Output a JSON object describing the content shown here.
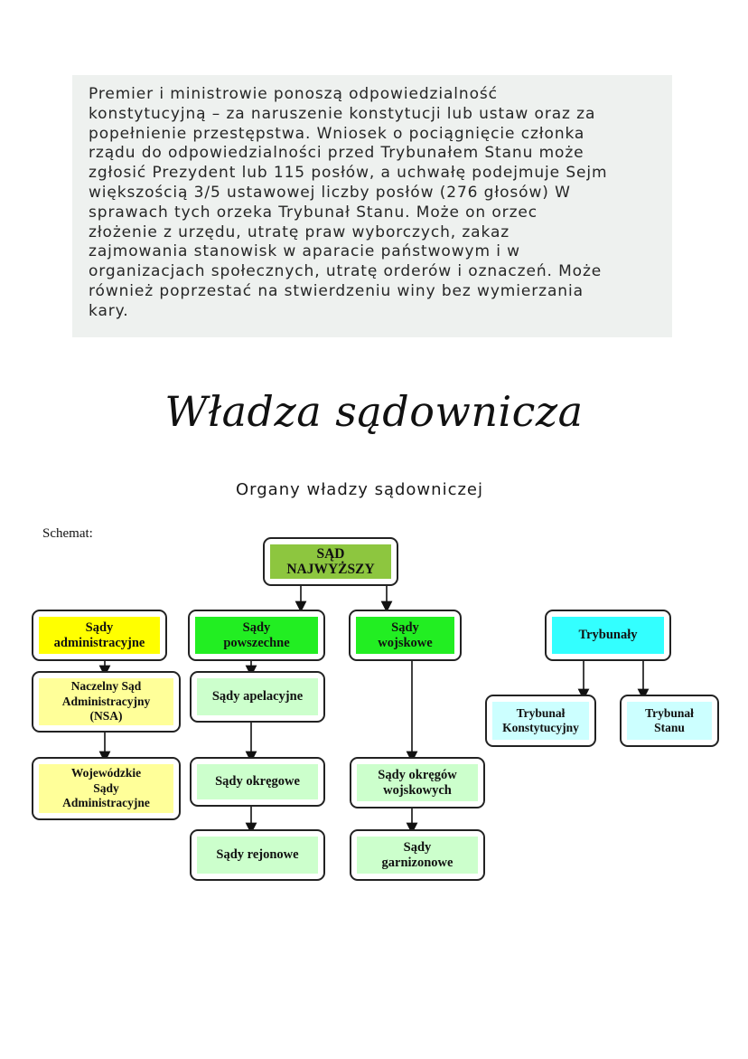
{
  "note": {
    "lines": [
      "Premier i ministrowie ponoszą odpowiedzialność",
      "konstytucyjną – za naruszenie konstytucji lub ustaw oraz za",
      "popełnienie przestępstwa. Wniosek o pociągnięcie członka",
      "rządu do odpowiedzialności przed Trybunałem Stanu może",
      "zgłosić Prezydent lub 115 posłów, a uchwałę podejmuje Sejm",
      "większością 3/5 ustawowej liczby posłów (276 głosów) W",
      "sprawach tych orzeka Trybunał Stanu. Może on orzec",
      "złożenie z urzędu, utratę praw wyborczych, zakaz",
      "zajmowania stanowisk w aparacie państwowym i w",
      "organizacjach społecznych, utratę orderów i oznaczeń. Może",
      "również poprzestać na stwierdzeniu winy bez wymierzania",
      "kary."
    ]
  },
  "title": "Władza sądownicza",
  "subtitle": "Organy władzy sądowniczej",
  "diagram": {
    "label": "Schemat:",
    "colors": {
      "top": "#8dc63f",
      "administrative": "#ffff00",
      "common": "#22ee22",
      "military": "#22ee22",
      "tribunals": "#33ffff",
      "admin_sub": "#ffff99",
      "court_sub": "#ccffcc",
      "tribunal_sub": "#ccffff"
    },
    "nodes": {
      "sn": "SĄD\nNAJWYŻSZY",
      "admin": "Sądy\nadministracyjne",
      "powszechne": "Sądy\npowszechne",
      "wojskowe": "Sądy\nwojskowe",
      "trybunaly": "Trybunały",
      "nsa": "Naczelny Sąd\nAdministracyjny\n(NSA)",
      "wsa": "Wojewódzkie\nSądy\nAdministracyjne",
      "apelacyjne": "Sądy apelacyjne",
      "okregowe": "Sądy okręgowe",
      "rejonowe": "Sądy rejonowe",
      "okr_wojsk": "Sądy okręgów\nwojskowych",
      "garnizonowe": "Sądy\ngarnizonowe",
      "tk": "Trybunał\nKonstytucyjny",
      "ts": "Trybunał\nStanu"
    }
  }
}
